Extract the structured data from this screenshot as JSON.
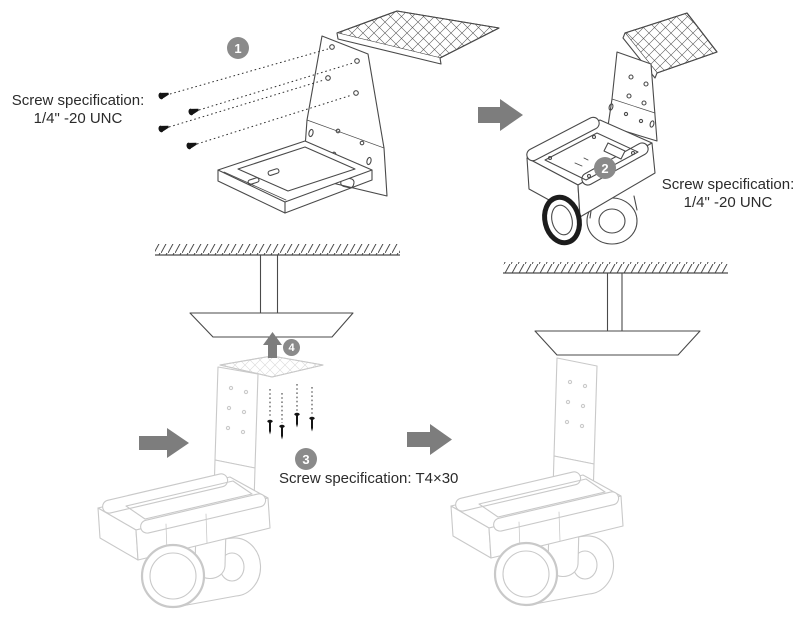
{
  "diagram": {
    "steps": {
      "step1": {
        "number": "1",
        "spec_line1": "Screw specification:",
        "spec_line2": "1/4\" -20 UNC"
      },
      "step2": {
        "number": "2",
        "spec_line1": "Screw specification:",
        "spec_line2": "1/4\" -20 UNC"
      },
      "step3": {
        "number": "3",
        "spec": "Screw specification: T4×30"
      },
      "step4": {
        "number": "4"
      }
    }
  },
  "icons": {
    "step_transition_arrow": "right-block-arrow",
    "lift_direction_arrow": "up-block-arrow"
  },
  "colors": {
    "background": "#ffffff",
    "line_dark": "#4a4a4a",
    "line_light": "#c9c9c9",
    "screw_black": "#141414",
    "badge_gray": "#8a8a8a",
    "arrow_gray": "#7d7d7d",
    "text": "#2b2b2b"
  }
}
